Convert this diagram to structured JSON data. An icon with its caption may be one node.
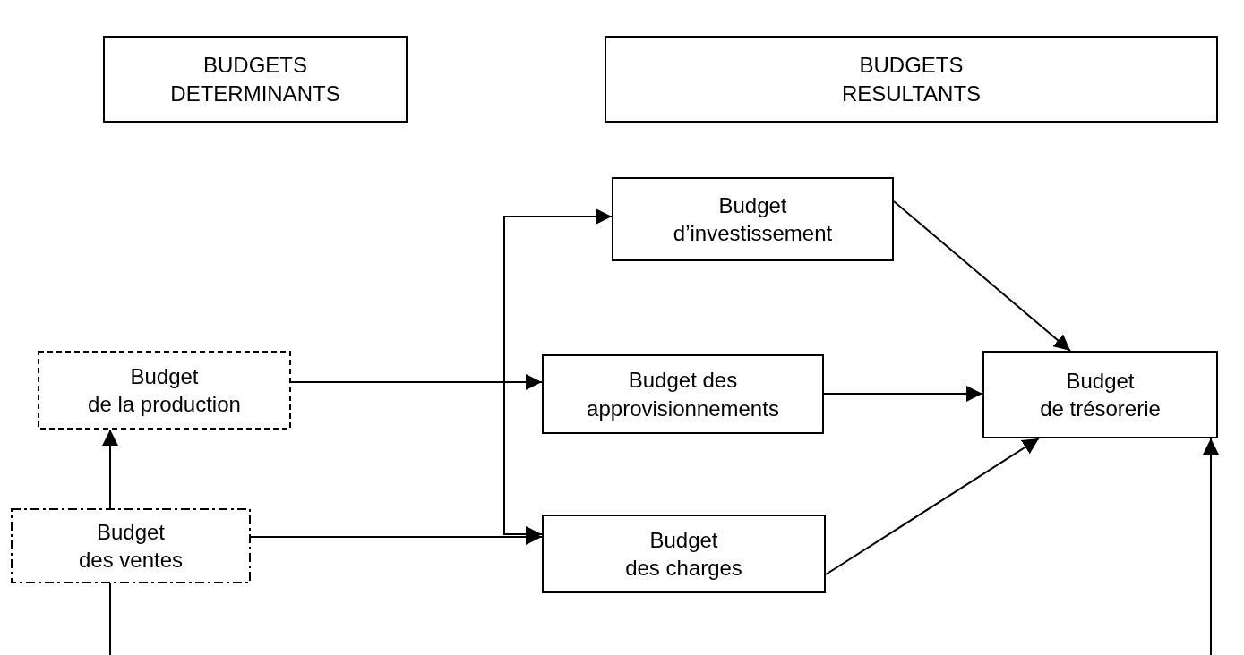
{
  "diagram": {
    "nodes": [
      {
        "text": [
          "BUDGETS DETERMINANTS"
        ]
      },
      {
        "text": [
          "BUDGETS RESULTANTS"
        ]
      },
      {
        "text": [
          "Budget d’investissement"
        ]
      },
      {
        "text": [
          "Budget de la production"
        ]
      },
      {
        "text": [
          "Budget des approvisionnements"
        ]
      },
      {
        "text": [
          "Budget de trésorerie"
        ]
      },
      {
        "text": [
          "Budget des ventes"
        ]
      },
      {
        "text": [
          "Budget des charges"
        ]
      }
    ],
    "edges": [
      {
        "from": 3,
        "to": 4,
        "arrow": "to"
      },
      {
        "from": 3,
        "to": 2,
        "arrow": "to"
      },
      {
        "from": 3,
        "to": 7,
        "arrow": "to"
      },
      {
        "from": 6,
        "to": 3,
        "arrow": "to"
      },
      {
        "from": 6,
        "to": 7,
        "arrow": "to"
      },
      {
        "from": 2,
        "to": 5,
        "arrow": "to"
      },
      {
        "from": 4,
        "to": 5,
        "arrow": "to"
      },
      {
        "from": 7,
        "to": 5,
        "arrow": "to"
      },
      {
        "from": null,
        "to": 6,
        "arrow": "none"
      },
      {
        "from": null,
        "to": 5,
        "arrow": "to"
      }
    ]
  }
}
